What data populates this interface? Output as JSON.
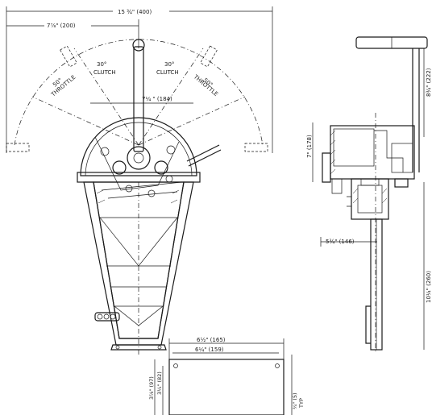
{
  "dimensions": {
    "overall_width": "15 ¾\" (400)",
    "half_width": "7⅞\" (200)",
    "arc_radius": "7¼ \" (184)",
    "side_height": "7\" (178)",
    "side_top": "8¾\" (222)",
    "side_depth": "5¾\" (146)",
    "side_total": "10¼\" (260)",
    "base_outer": "6½\" (165)",
    "base_inner": "6¼\" (159)",
    "base_h_outer": "3⅞\" (97)",
    "base_h_inner": "3¼\" (82)",
    "base_small": "¾\" (5)"
  },
  "angles": {
    "clutch_left": "30°",
    "clutch_left_word": "CLUTCH",
    "clutch_right": "30°",
    "clutch_right_word": "CLUTCH",
    "throttle_left": "50°",
    "throttle_left_word": "THROTTLE",
    "throttle_right": "50°",
    "throttle_right_word": "THROTTLE"
  },
  "misc": {
    "typ": "TYP"
  }
}
